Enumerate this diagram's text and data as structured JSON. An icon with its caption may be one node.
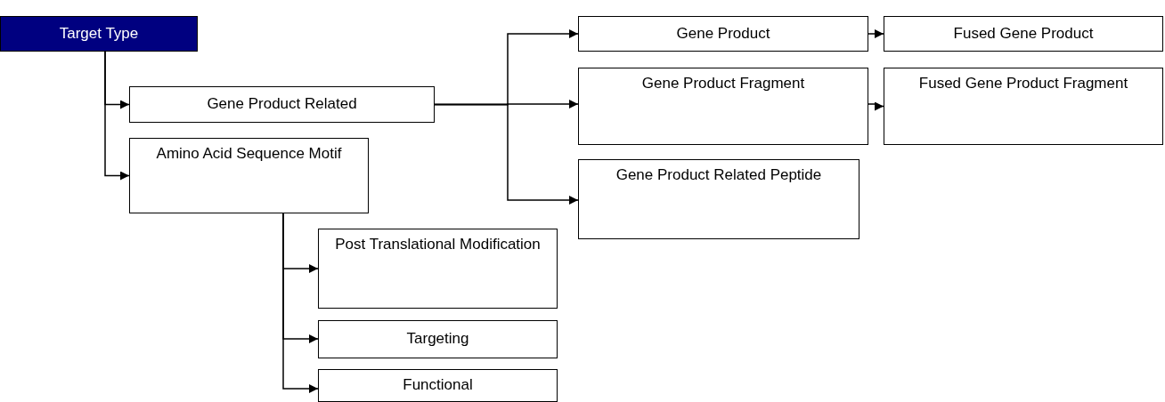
{
  "diagram": {
    "nodes": [
      {
        "text": [
          "Target Type"
        ]
      },
      {
        "text": [
          "Gene Product Related"
        ]
      },
      {
        "text": [
          "Amino Acid Sequence Motif"
        ]
      },
      {
        "text": [
          "Gene Product"
        ]
      },
      {
        "text": [
          "Fused Gene Product"
        ]
      },
      {
        "text": [
          "Gene Product Fragment"
        ]
      },
      {
        "text": [
          "Fused Gene Product Fragment"
        ]
      },
      {
        "text": [
          "Gene Product Related Peptide"
        ]
      },
      {
        "text": [
          "Post Translational Modification"
        ]
      },
      {
        "text": [
          "Targeting"
        ]
      },
      {
        "text": [
          "Functional"
        ]
      }
    ],
    "edges": [
      {
        "from": 0,
        "to": 1,
        "arrow": "to"
      },
      {
        "from": 0,
        "to": 2,
        "arrow": "to"
      },
      {
        "from": 1,
        "to": 3,
        "arrow": "to"
      },
      {
        "from": 1,
        "to": 5,
        "arrow": "to"
      },
      {
        "from": 1,
        "to": 7,
        "arrow": "to"
      },
      {
        "from": 3,
        "to": 4,
        "arrow": "to"
      },
      {
        "from": 5,
        "to": 6,
        "arrow": "to"
      },
      {
        "from": 2,
        "to": 8,
        "arrow": "to"
      },
      {
        "from": 2,
        "to": 9,
        "arrow": "to"
      },
      {
        "from": 2,
        "to": 10,
        "arrow": "to"
      }
    ]
  }
}
